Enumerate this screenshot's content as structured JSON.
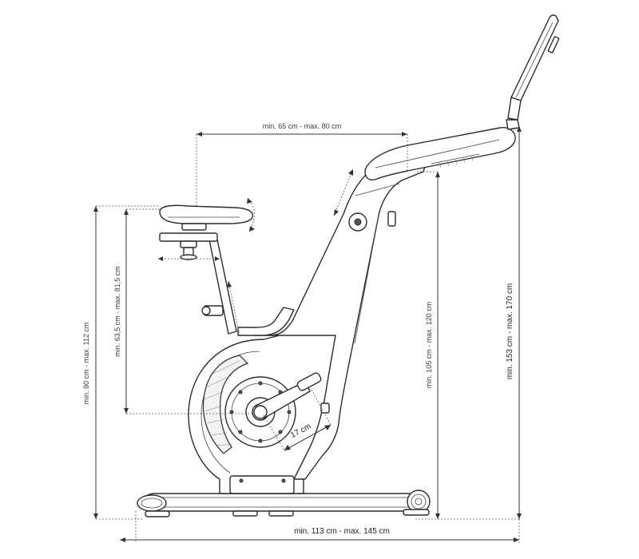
{
  "dimensions": {
    "seat_setback": "min. 65 cm - max. 80 cm",
    "seat_height_total": "min. 90 cm - max. 112 cm",
    "seat_to_crank": "min. 63,5 cm - max. 81,5 cm",
    "handlebar_height": "min. 105 cm - max. 120 cm",
    "console_height": "min. 153 cm - max. 170 cm",
    "base_length": "min. 113 cm - max. 145 cm",
    "crank_length": "17 cm"
  }
}
